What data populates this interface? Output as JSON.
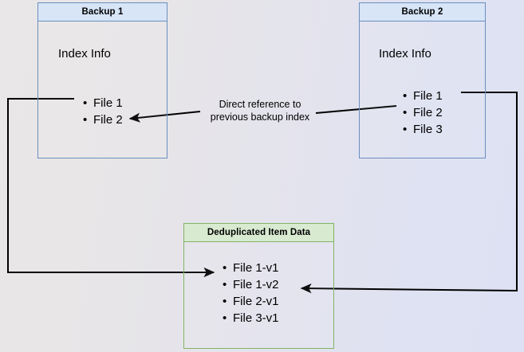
{
  "diagram": {
    "title_hidden": "Backup deduplication reference diagram",
    "background_left_color": "#e9e7e7",
    "background_right_color": "#dde1f3"
  },
  "nodes": {
    "backup1": {
      "title": "Backup 1",
      "section_label": "Index Info",
      "border_color": "#6c8ebf",
      "header_color": "#d7e5f7",
      "files": [
        {
          "label": "File 1"
        },
        {
          "label": "File 2"
        }
      ]
    },
    "backup2": {
      "title": "Backup 2",
      "section_label": "Index Info",
      "border_color": "#6c8ebf",
      "header_color": "#d7e5f7",
      "files": [
        {
          "label": "File 1"
        },
        {
          "label": "File 2"
        },
        {
          "label": "File 3"
        }
      ]
    },
    "dedup": {
      "title": "Deduplicated Item Data",
      "border_color": "#82b366",
      "header_color": "#d8ead0",
      "items": [
        {
          "label": "File 1-v1"
        },
        {
          "label": "File 1-v2"
        },
        {
          "label": "File 2-v1"
        },
        {
          "label": "File 3-v1"
        }
      ]
    }
  },
  "edges": {
    "direct_reference": {
      "label": "Direct reference to\nprevious backup index",
      "color": "#000000"
    },
    "backup1_to_dedup": {
      "color": "#000000"
    },
    "backup2_to_dedup": {
      "color": "#000000"
    }
  }
}
